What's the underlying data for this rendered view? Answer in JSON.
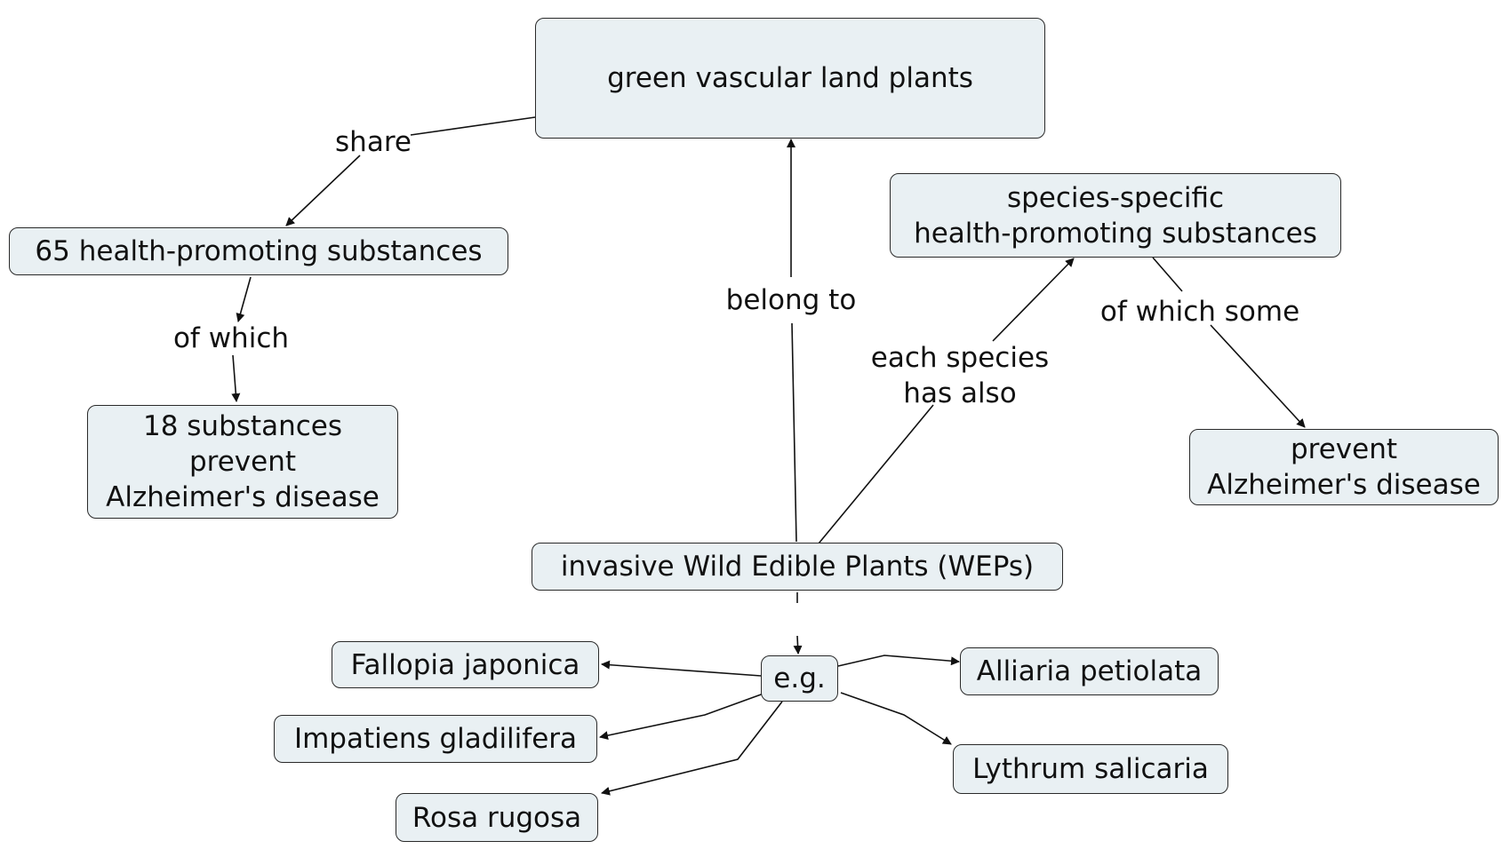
{
  "concept_map": {
    "nodes": {
      "green_vascular": "green vascular land plants",
      "sixty_five": "65 health-promoting substances",
      "eighteen": "18 substances\nprevent\nAlzheimer's disease",
      "species_specific": "species-specific\nhealth-promoting substances",
      "prevent_alz": "prevent\nAlzheimer's disease",
      "weps": "invasive Wild Edible Plants (WEPs)",
      "eg": "e.g.",
      "fallopia": "Fallopia japonica",
      "impatiens": "Impatiens gladilifera",
      "rosa": "Rosa rugosa",
      "alliaria": "Alliaria petiolata",
      "lythrum": "Lythrum salicaria"
    },
    "links": {
      "share": "share",
      "of_which": "of which",
      "belong_to": "belong to",
      "each_species": "each species\nhas also",
      "of_which_some": "of which some"
    },
    "colors": {
      "node_fill": "#e9f0f3",
      "node_border": "#2a2a2a",
      "line": "#111111"
    }
  }
}
